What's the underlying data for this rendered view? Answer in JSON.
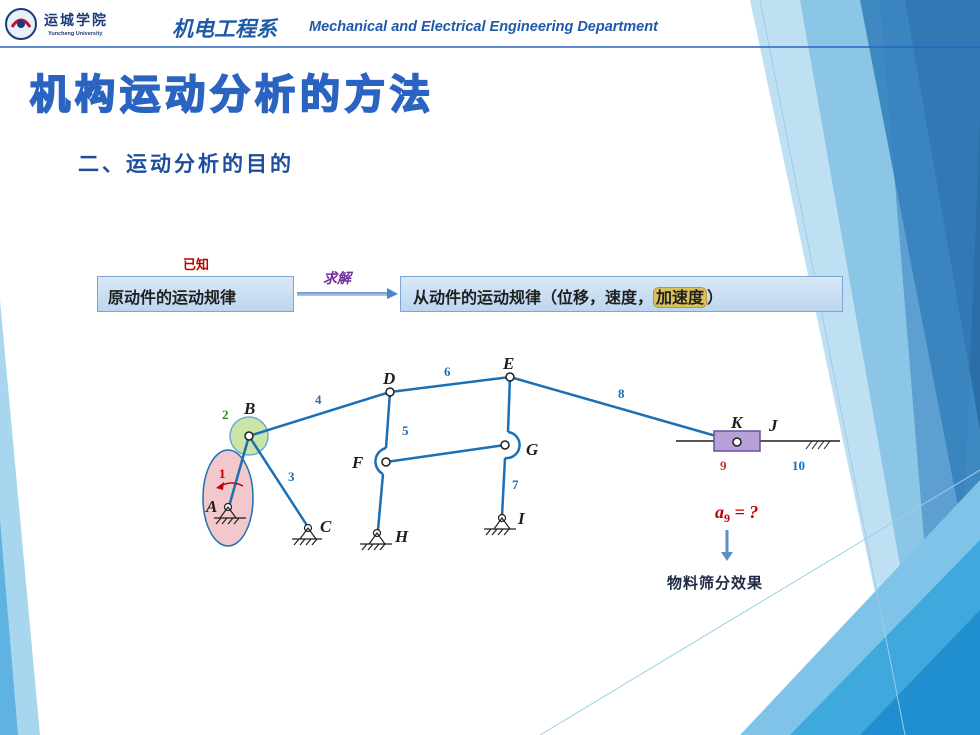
{
  "header": {
    "logo_text": "运城学院",
    "logo_sub": "Yuncheng University",
    "dept_cn": "机电工程系",
    "dept_en": "Mechanical and Electrical Engineering Department"
  },
  "title": "机构运动分析的方法",
  "subtitle": "二、运动分析的目的",
  "flow": {
    "known_label": "已知",
    "solve_label": "求解",
    "left_box": "原动件的运动规律",
    "right_box_prefix": "从动件的运动规律（位移，速度，",
    "right_box_highlight": "加速度",
    "right_box_suffix": "）"
  },
  "mechanism": {
    "joints": [
      "A",
      "B",
      "C",
      "D",
      "E",
      "F",
      "G",
      "H",
      "I",
      "K",
      "J"
    ],
    "links": [
      "1",
      "2",
      "3",
      "4",
      "5",
      "6",
      "7",
      "8",
      "9",
      "10"
    ],
    "accel_symbol": "a",
    "accel_sub": "9",
    "accel_rest": " = ?"
  },
  "result_text": "物料筛分效果",
  "colors": {
    "accent": "#2b64c0",
    "link": "#1b6fb5",
    "highlight": "#d9c25a",
    "red": "#c00000"
  }
}
